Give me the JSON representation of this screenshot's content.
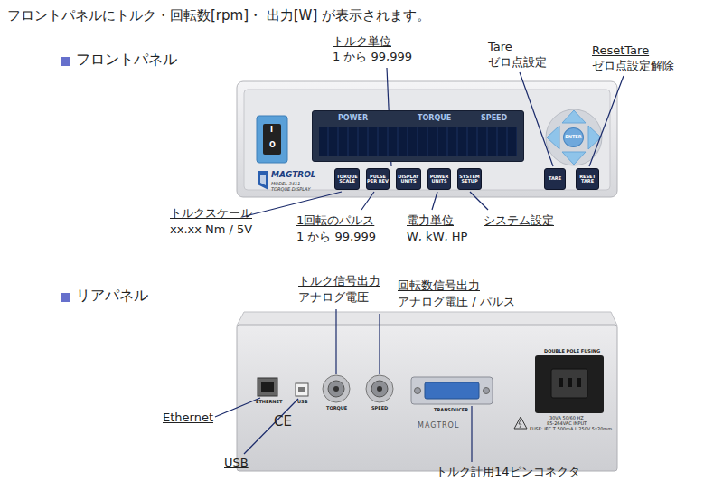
{
  "diagram": {
    "title": "フロントパネルにトルク・回転数[rpm]・ 出力[W] が表示されます。",
    "nodes": [
      {
        "text": [
          "POWER",
          "TORQUE",
          "SPEED"
        ]
      },
      {
        "text": [
          "ENTER"
        ]
      },
      {
        "text": [
          "TORQUE SCALE"
        ]
      },
      {
        "text": [
          "PULSE PER REV"
        ]
      },
      {
        "text": [
          "DISPLAY UNITS"
        ]
      },
      {
        "text": [
          "POWER UNITS"
        ]
      },
      {
        "text": [
          "SYSTEM SETUP"
        ]
      },
      {
        "text": [
          "TARE"
        ]
      },
      {
        "text": [
          "RESET TARE"
        ]
      }
    ],
    "labels": [
      "フロントパネル",
      "トルク単位",
      "1 から 99,999",
      "Tare",
      "ゼロ点設定",
      "ResetTare",
      "ゼロ点設定解除",
      "I",
      "O",
      "MAGTROL",
      "MODEL 3411",
      "TORQUE DISPLAY",
      "トルクスケール",
      "xx.xx Nm / 5V",
      "1回転のパルス",
      "1 から 99,999",
      "電力単位",
      "W, kW, HP",
      "システム設定",
      "リアパネル",
      "トルク信号出力",
      "アナログ電圧",
      "回転数信号出力",
      "アナログ電圧 / パルス",
      "ETHERNET",
      "USB",
      "TORQUE",
      "SPEED",
      "TRANSDUCER",
      "DOUBLE POLE FUSING",
      "30VA 50/60 HZ",
      "85-264VAC INPUT",
      "FUSE: IEC T 500mA L 250V 5x20mm",
      "CE",
      "MAGTROL",
      "Ethernet",
      "USB",
      "トルク計用14ピンコネクタ"
    ]
  }
}
